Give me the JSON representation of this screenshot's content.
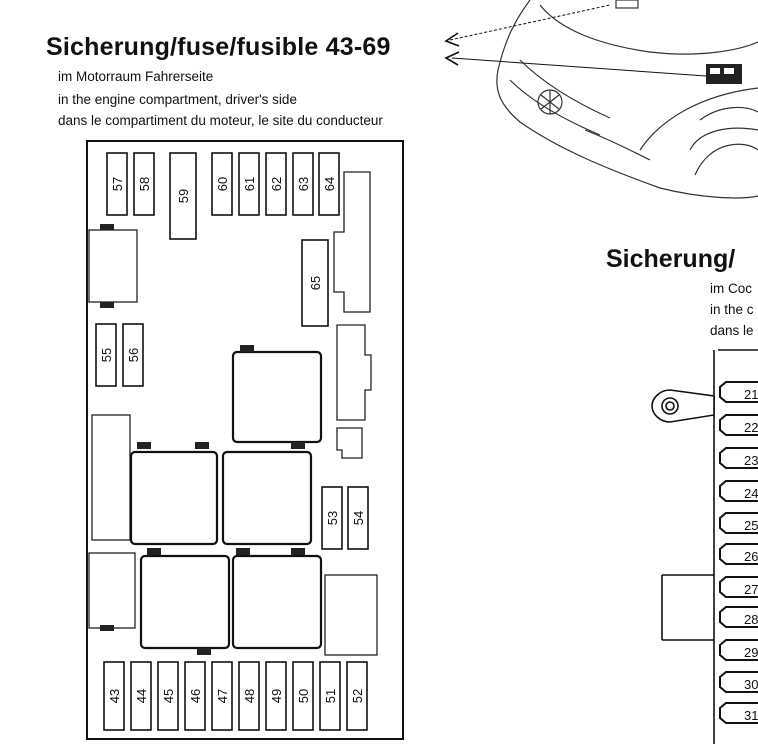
{
  "engine_box": {
    "title": "Sicherung/fuse/fusible 43-69",
    "lines": [
      "im Motorraum Fahrerseite",
      "in the engine compartment, driver's side",
      "dans le compartiment du moteur, le site du conducteur"
    ],
    "fuses": [
      "43",
      "44",
      "45",
      "46",
      "47",
      "48",
      "49",
      "50",
      "51",
      "52",
      "53",
      "54",
      "55",
      "56",
      "57",
      "58",
      "59",
      "60",
      "61",
      "62",
      "63",
      "64",
      "65"
    ]
  },
  "cockpit_box": {
    "title": "Sicherung/",
    "lines": [
      "im Coc",
      "in the c",
      "dans le"
    ],
    "fuses": [
      "21",
      "22",
      "23",
      "24",
      "25",
      "26",
      "27",
      "28",
      "29",
      "30",
      "31"
    ]
  }
}
